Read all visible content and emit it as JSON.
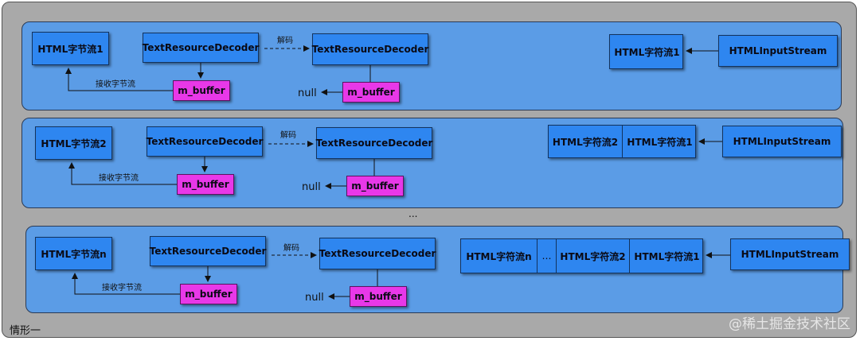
{
  "labels": {
    "text_decoder": "TextResourceDecoder",
    "m_buffer": "m_buffer",
    "null_text": "null",
    "decode": "解码",
    "receive": "接收字节流",
    "input_stream": "HTMLInputStream",
    "ellipsis_row": "...",
    "ellipsis_seg": "…"
  },
  "rows": [
    {
      "byte_stream": "HTML字节流1",
      "char_streams": [
        "HTML字符流1"
      ]
    },
    {
      "byte_stream": "HTML字节流2",
      "char_streams": [
        "HTML字符流2",
        "HTML字符流1"
      ]
    },
    {
      "byte_stream": "HTML字节流n",
      "char_streams": [
        "HTML字符流n",
        "…",
        "HTML字符流2",
        "HTML字符流1"
      ]
    }
  ],
  "caption": "情形一",
  "watermark": "@稀土掘金技术社区",
  "colors": {
    "box": "#2e86f0",
    "buffer": "#e838e8",
    "panel": "#5b9ce6",
    "outer": "#a9a9a9"
  }
}
